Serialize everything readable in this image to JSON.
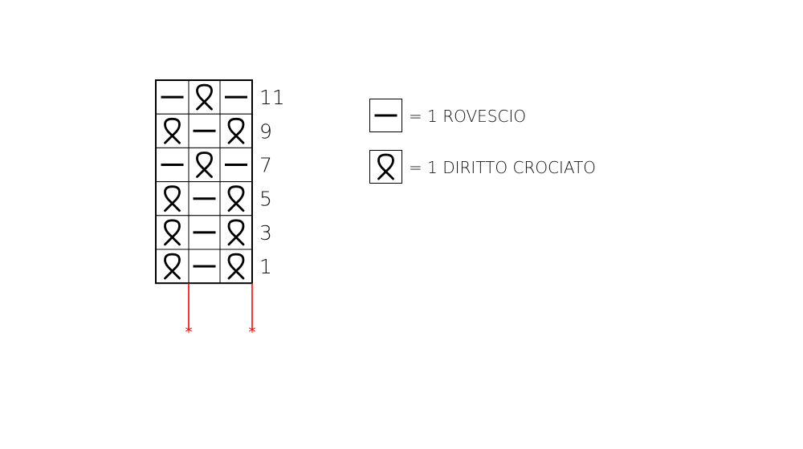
{
  "chart": {
    "rows": [
      {
        "label": "11",
        "stitches": [
          "purl",
          "twisted-knit",
          "purl"
        ]
      },
      {
        "label": "9",
        "stitches": [
          "twisted-knit",
          "purl",
          "twisted-knit"
        ]
      },
      {
        "label": "7",
        "stitches": [
          "purl",
          "twisted-knit",
          "purl"
        ]
      },
      {
        "label": "5",
        "stitches": [
          "twisted-knit",
          "purl",
          "twisted-knit"
        ]
      },
      {
        "label": "3",
        "stitches": [
          "twisted-knit",
          "purl",
          "twisted-knit"
        ]
      },
      {
        "label": "1",
        "stitches": [
          "twisted-knit",
          "purl",
          "twisted-knit"
        ]
      }
    ],
    "repeat_marker_color": "#ff0000",
    "repeat_marker_glyph": "*"
  },
  "legend": [
    {
      "symbol": "purl",
      "label": "= 1 ROVESCIO"
    },
    {
      "symbol": "twisted-knit",
      "label": "= 1 DIRITTO CROCIATO"
    }
  ]
}
